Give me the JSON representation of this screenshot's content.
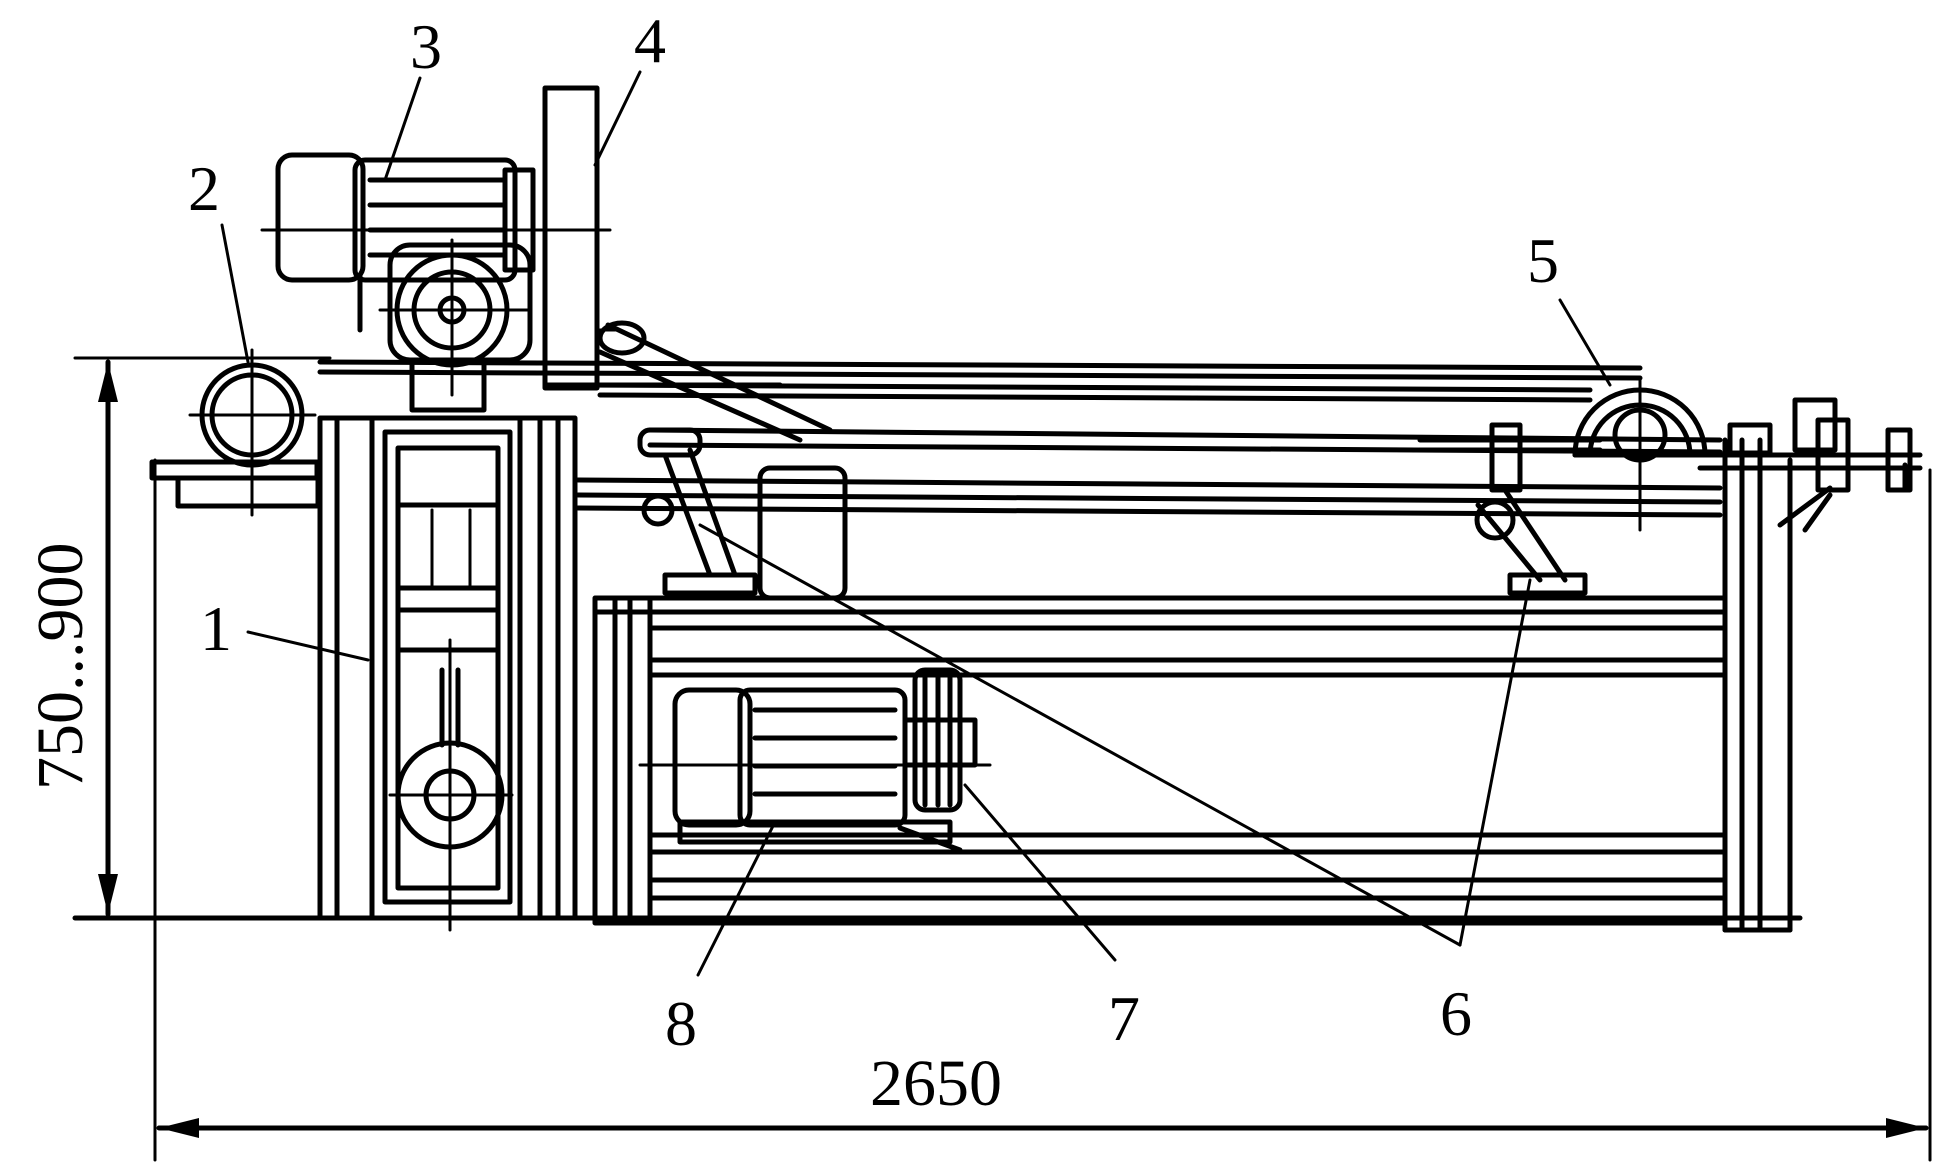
{
  "labels": {
    "l1": "1",
    "l2": "2",
    "l3": "3",
    "l4": "4",
    "l5": "5",
    "l6": "6",
    "l7": "7",
    "l8": "8"
  },
  "dimensions": {
    "length": "2650",
    "height": "750...900"
  }
}
